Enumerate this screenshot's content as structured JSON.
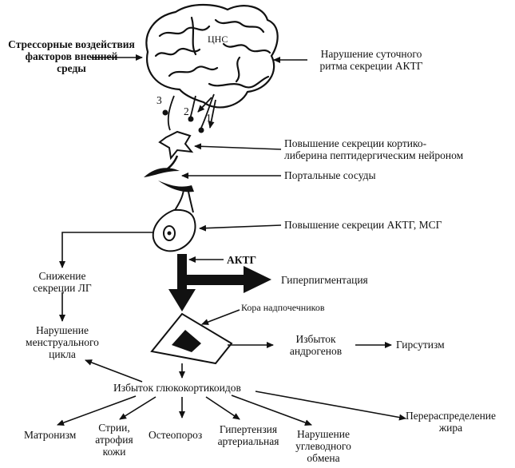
{
  "labels": {
    "stress_line1": "Стрессорные воздействия",
    "stress_line2": "факторов внешней",
    "stress_line3": "среды",
    "cns": "ЦНС",
    "rhythm_line1": "Нарушение суточного",
    "rhythm_line2": "ритма секреции АКТГ",
    "num1": "1",
    "num2": "2",
    "num3": "3",
    "crh_line1": "Повышение секреции кортико-",
    "crh_line2": "либерина пептидергическим нейроном",
    "portal": "Портальные сосуды",
    "acth_rise": "Повышение секреции АКТГ, МСГ",
    "lh_line1": "Снижение",
    "lh_line2": "секреции ЛГ",
    "acth": "АКТГ",
    "hyperpig": "Гиперпигментация",
    "adrenal_cortex": "Кора надпочечников",
    "menstr_line1": "Нарушение",
    "menstr_line2": "менструального",
    "menstr_line3": "цикла",
    "androgen_line1": "Избыток",
    "androgen_line2": "андрогенов",
    "hirsut": "Гирсутизм",
    "gluco": "Избыток глюкокортикоидов",
    "matron": "Матронизм",
    "striae_line1": "Стрии,",
    "striae_line2": "атрофия",
    "striae_line3": "кожи",
    "osteo": "Остеопороз",
    "hyper_line1": "Гипертензия",
    "hyper_line2": "артериальная",
    "carb_line1": "Нарушение",
    "carb_line2": "углеводного",
    "carb_line3": "обмена",
    "fat_line1": "Перераспределение",
    "fat_line2": "жира"
  }
}
